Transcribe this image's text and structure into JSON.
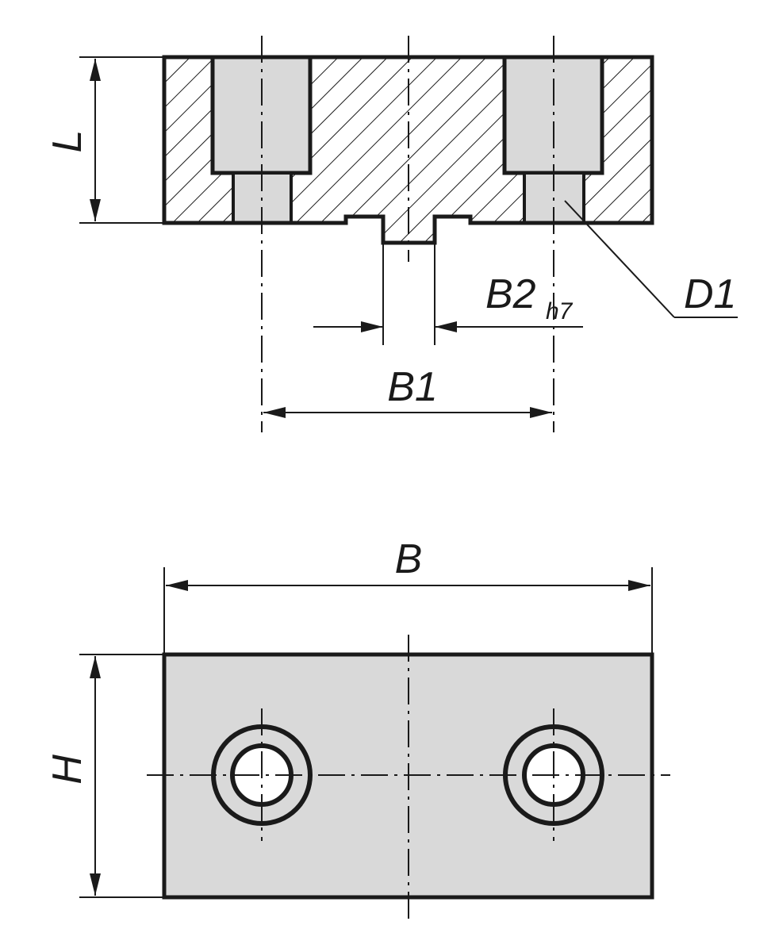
{
  "labels": {
    "L": "L",
    "D1": "D1",
    "B2": "B2",
    "h7": "h7",
    "B1": "B1",
    "B": "B",
    "H": "H"
  },
  "colors": {
    "line": "#1a1a1a",
    "fill": "#d9d9d9",
    "hatch": "#1a1a1a",
    "background": "#ffffff"
  }
}
